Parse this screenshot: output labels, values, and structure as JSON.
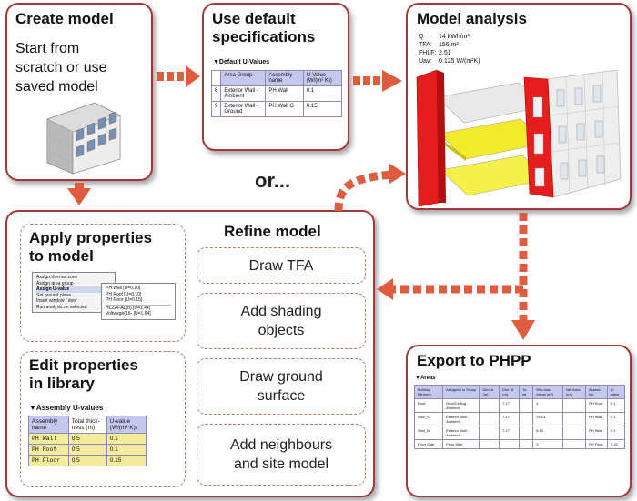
{
  "create_model": {
    "title": "Create model",
    "body": [
      "Start from",
      "scratch or use",
      "saved model"
    ]
  },
  "default_specs": {
    "title": [
      "Use default",
      "specifications"
    ],
    "section": "▼Default U-Values",
    "headers": [
      "Area Group",
      "Assembly name",
      "U-Value (W/(m² K))"
    ],
    "rows": [
      [
        "8",
        "Exterior Wall - Ambient",
        "PH Wall",
        "0.1"
      ],
      [
        "9",
        "Exterior Wall - Ground",
        "PH Wall G",
        "0.15"
      ]
    ]
  },
  "model_analysis": {
    "title": "Model analysis",
    "stats": [
      [
        "Q",
        "14 kWh/m²"
      ],
      [
        "TFA:",
        "156 m²"
      ],
      [
        "FHLF:",
        "2.51"
      ],
      [
        "Uav:",
        "0.125 W/(m²K)"
      ]
    ]
  },
  "or_text": "or...",
  "apply_properties": {
    "title": [
      "Apply properties",
      "to model"
    ],
    "menu_left": [
      "Assign thermal zone",
      "Assign area group",
      "Assign U-value",
      "Set ground plane",
      "Insert window / door",
      "Run analysis on selected"
    ],
    "menu_right": [
      "PH Wall        [U=0.10]",
      "PH Roof        [U=0.10]",
      "PH Floor       [U=0.15]",
      "HL224-AL(b)   [U=1.44]",
      "Voltwege(16-  [U=1.64]"
    ]
  },
  "edit_properties": {
    "title": [
      "Edit properties",
      "in library"
    ],
    "section": "▼Assembly U-values",
    "headers": [
      "Assembly name",
      "Total thick-ness (m)",
      "U-value (W/(m² K))"
    ],
    "rows": [
      [
        "PH Wall",
        "0.5",
        "0.1"
      ],
      [
        "PH Roof",
        "0.5",
        "0.1"
      ],
      [
        "PH Floor",
        "0.5",
        "0.15"
      ]
    ]
  },
  "refine_model": {
    "title": "Refine model",
    "steps": [
      [
        "Draw TFA"
      ],
      [
        "Add shading",
        "objects"
      ],
      [
        "Draw ground",
        "surface"
      ],
      [
        "Add neighbours",
        "and site model"
      ]
    ]
  },
  "export_phpp": {
    "title": "Export to PHPP",
    "section": "▼Areas",
    "headers": [
      "Building Element",
      "Assigned to Group",
      "Dim. A (m)",
      "Dim. B (m)",
      "To-tal",
      "Win-dow Areas (m²)",
      "Net Area (m²)",
      "Assem-bly",
      "U-value"
    ],
    "rows": [
      [
        "Roof",
        "Roof/Ceiling - Ambient",
        "",
        "7.17",
        "",
        "3",
        "",
        "PH Roof",
        "0.1"
      ],
      [
        "Wall_S",
        "Exterior Wall - Ambient",
        "",
        "7.17",
        "",
        "25.13",
        "",
        "PH Wall",
        "0.1"
      ],
      [
        "Wall_N",
        "Exterior Wall - Ambient",
        "",
        "7.17",
        "",
        "8.52",
        "",
        "PH Wall",
        "0.1"
      ],
      [
        "Floor Slab",
        "Floor Slab",
        "",
        "",
        "",
        "3",
        "",
        "PH Floor",
        "0.15"
      ]
    ]
  },
  "colors": {
    "border": "#a3383a",
    "arrow": "#df5c3e",
    "dashed": "#b77a70",
    "header": "#c5c8ee",
    "highlight": "#f3ec9a"
  }
}
